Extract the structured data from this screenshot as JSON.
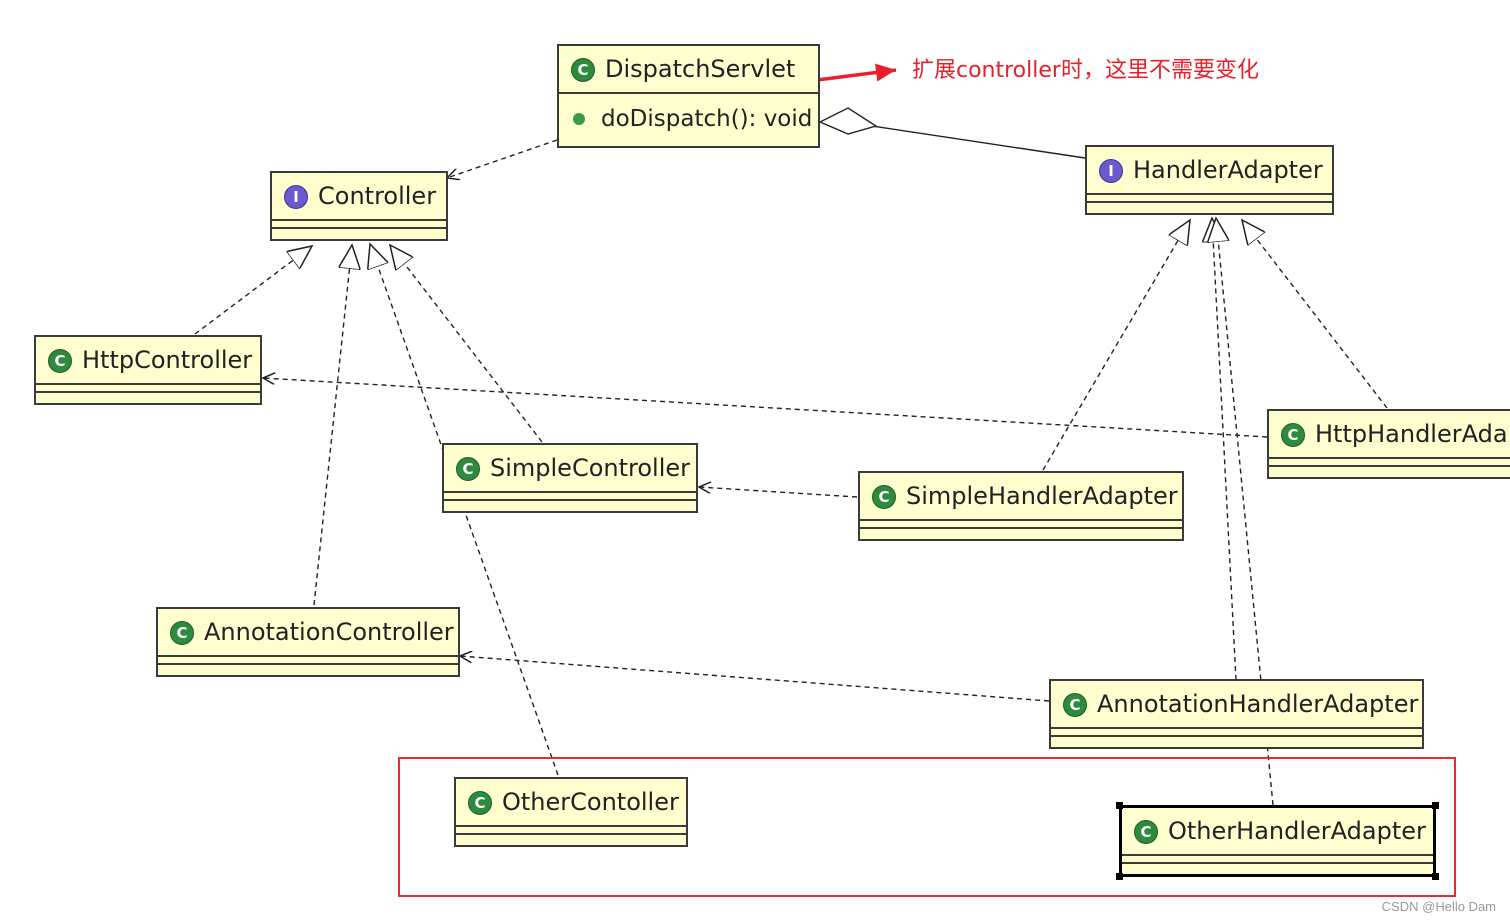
{
  "annotation": "扩展controller时，这里不需要变化",
  "watermark": "CSDN @Hello Dam",
  "colors": {
    "annotation": "#e8202a",
    "box_fill": "#fefecf",
    "class_icon": "#2e8b3e",
    "interface_icon": "#6a5acd"
  },
  "classes": {
    "dispatch_servlet": {
      "name": "DispatchServlet",
      "icon": "class-icon",
      "icon_letter": "C",
      "method": "doDispatch(): void"
    },
    "controller": {
      "name": "Controller",
      "icon": "interface-icon",
      "icon_letter": "I"
    },
    "handler_adapter": {
      "name": "HandlerAdapter",
      "icon": "interface-icon",
      "icon_letter": "I"
    },
    "http_controller": {
      "name": "HttpController",
      "icon": "class-icon",
      "icon_letter": "C"
    },
    "simple_controller": {
      "name": "SimpleController",
      "icon": "class-icon",
      "icon_letter": "C"
    },
    "annotation_controller": {
      "name": "AnnotationController",
      "icon": "class-icon",
      "icon_letter": "C"
    },
    "other_controller": {
      "name": "OtherContoller",
      "icon": "class-icon",
      "icon_letter": "C"
    },
    "http_handler_adapter": {
      "name": "HttpHandlerAda",
      "icon": "class-icon",
      "icon_letter": "C"
    },
    "simple_handler_adapter": {
      "name": "SimpleHandlerAdapter",
      "icon": "class-icon",
      "icon_letter": "C"
    },
    "annotation_handler_adapter": {
      "name": "AnnotationHandlerAdapter",
      "icon": "class-icon",
      "icon_letter": "C"
    },
    "other_handler_adapter": {
      "name": "OtherHandlerAdapter",
      "icon": "class-icon",
      "icon_letter": "C"
    }
  }
}
